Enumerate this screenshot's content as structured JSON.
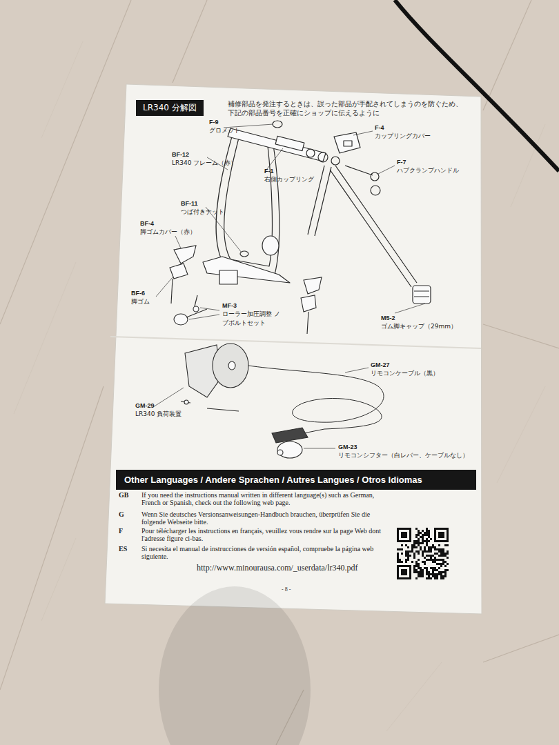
{
  "diagram": {
    "nodes": [
      {
        "text": [
          "LR340 分解図"
        ]
      },
      {
        "text": [
          "Other Languages / Andere Sprachen / Autres Langues / Otros Idiomas"
        ]
      }
    ],
    "labels": [
      "補修部品を発注するときは、誤った部品が手配されてしまうのを防ぐため、 下記の部品番号を正確にショップに伝えるように",
      "F-9",
      "グロメット",
      "F-4",
      "カップリングカバー",
      "BF-12",
      "LR340 フレーム（赤）",
      "F-1",
      "右側カップリング",
      "F-7",
      "ハブクランプハンドル",
      "BF-11",
      "つば付きナット",
      "BF-4",
      "脚ゴムカバー（赤）",
      "BF-6",
      "脚ゴム",
      "MF-3",
      "ローラー加圧調整 ノブボルトセット",
      "M5-2",
      "ゴム脚キャップ（29mm）",
      "GM-27",
      "リモコンケーブル（黒）",
      "GM-29",
      "LR340 負荷装置",
      "GM-23",
      "リモコンシフター（白レバー、ケーブルなし）",
      "GB",
      "If you need the instructions manual written in different language(s) such as German, French or Spanish, check out the following web page.",
      "G",
      "Wenn Sie deutsches Versionsanweisungen-Handbuch brauchen, überprüfen Sie die folgende Webseite bitte.",
      "F",
      "Pour télécharger les instructions en français, veuillez vous rendre sur la page Web dont l'adresse figure ci-bas.",
      "ES",
      "Si necesita el manual de instrucciones de versión español, compruebe la página web siguiente.",
      "http://www.minourausa.com/_userdata/lr340.pdf",
      "- 8 -"
    ]
  }
}
